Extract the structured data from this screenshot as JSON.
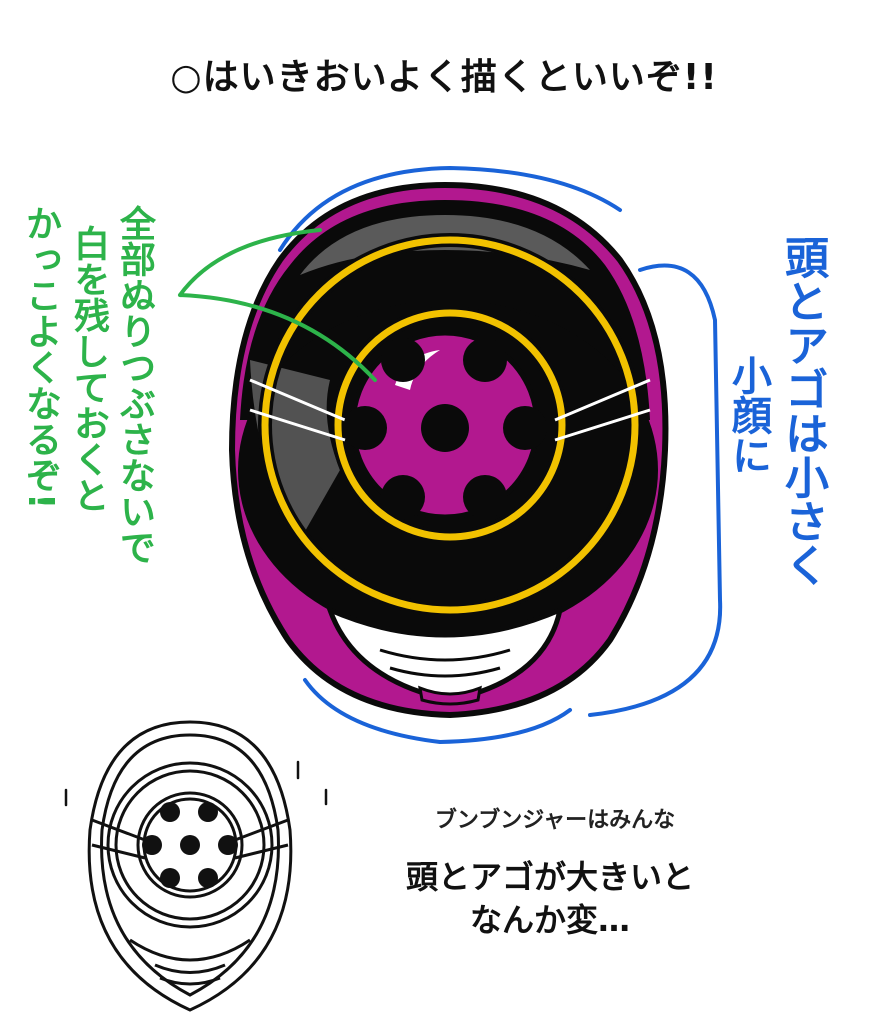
{
  "title": "○はいきおいよく描くといいぞ!!",
  "green_note": {
    "col1": "全部ぬりつぶさないで",
    "col2": "白を残しておくと",
    "col3": "かっこよくなるぞ!"
  },
  "blue_note": {
    "col1": "頭とアゴは小さく",
    "col2": "小顔に"
  },
  "bottom": {
    "line1": "ブンブンジャーはみんな",
    "line2": "頭とアゴが大きいと",
    "line3": "なんか変…"
  },
  "colors": {
    "magenta": "#b2188f",
    "yellow": "#f2c200",
    "black": "#0a0a0a",
    "gray": "#5a5a5a",
    "green": "#2db34a",
    "blue": "#1a63d8"
  }
}
